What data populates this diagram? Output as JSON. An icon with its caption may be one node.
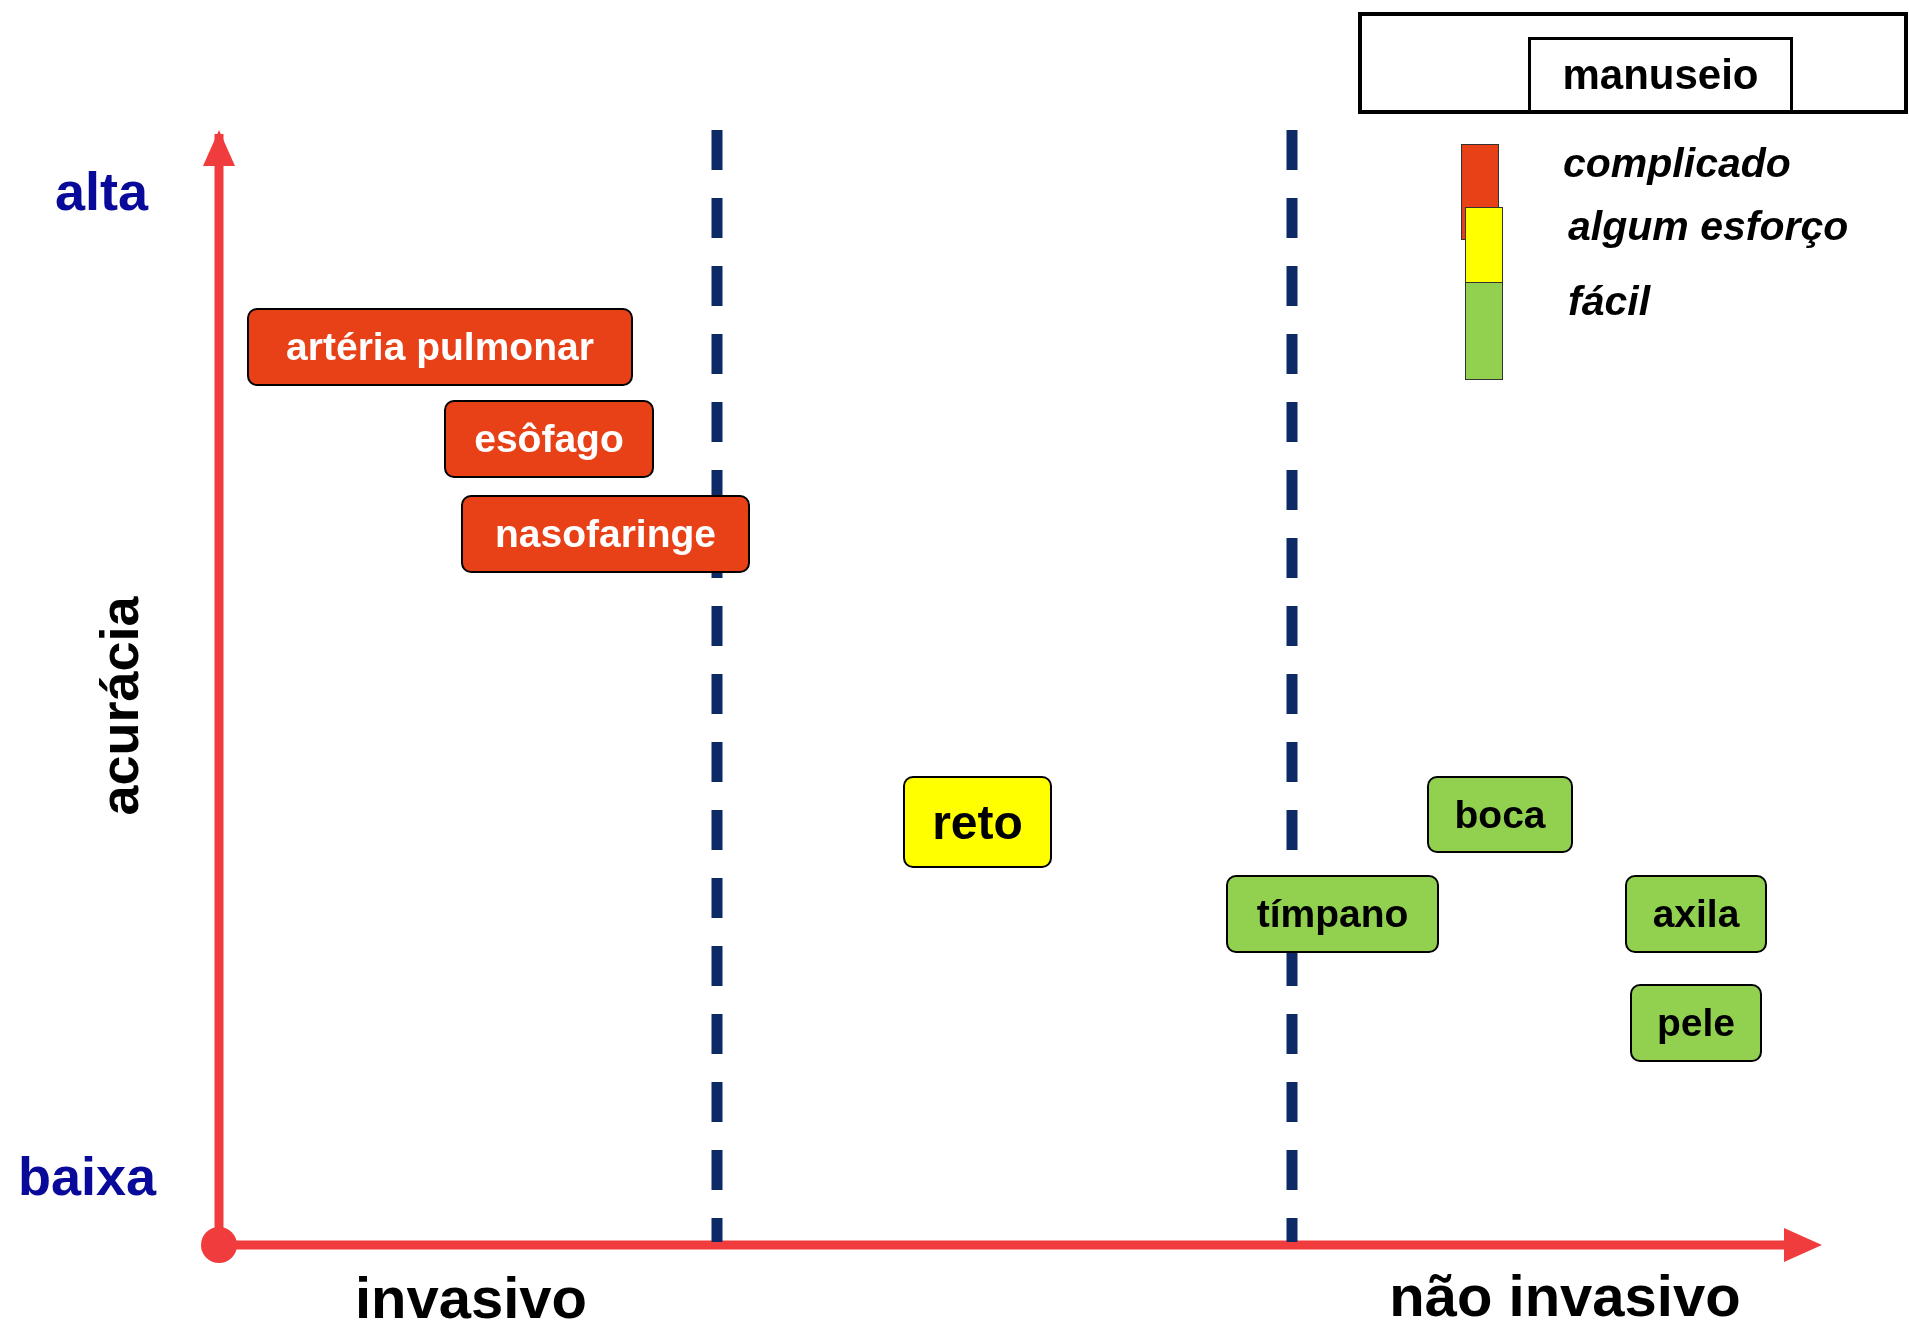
{
  "diagram": {
    "nodes": [
      {
        "text": [
          "artéria pulmonar"
        ]
      },
      {
        "text": [
          "esôfago"
        ]
      },
      {
        "text": [
          "nasofaringe"
        ]
      },
      {
        "text": [
          "reto"
        ]
      },
      {
        "text": [
          "boca"
        ]
      },
      {
        "text": [
          "tímpano"
        ]
      },
      {
        "text": [
          "axila"
        ]
      },
      {
        "text": [
          "pele"
        ]
      }
    ],
    "edges": [],
    "labels": [
      "manuseio",
      "alta",
      "acurácia",
      "baixa",
      "invasivo",
      "não invasivo"
    ],
    "legend": [
      {
        "text": "complicado",
        "color": "#e84118"
      },
      {
        "text": "algum esforço",
        "color": "#ffff00"
      },
      {
        "text": "fácil",
        "color": "#92d050"
      }
    ]
  }
}
